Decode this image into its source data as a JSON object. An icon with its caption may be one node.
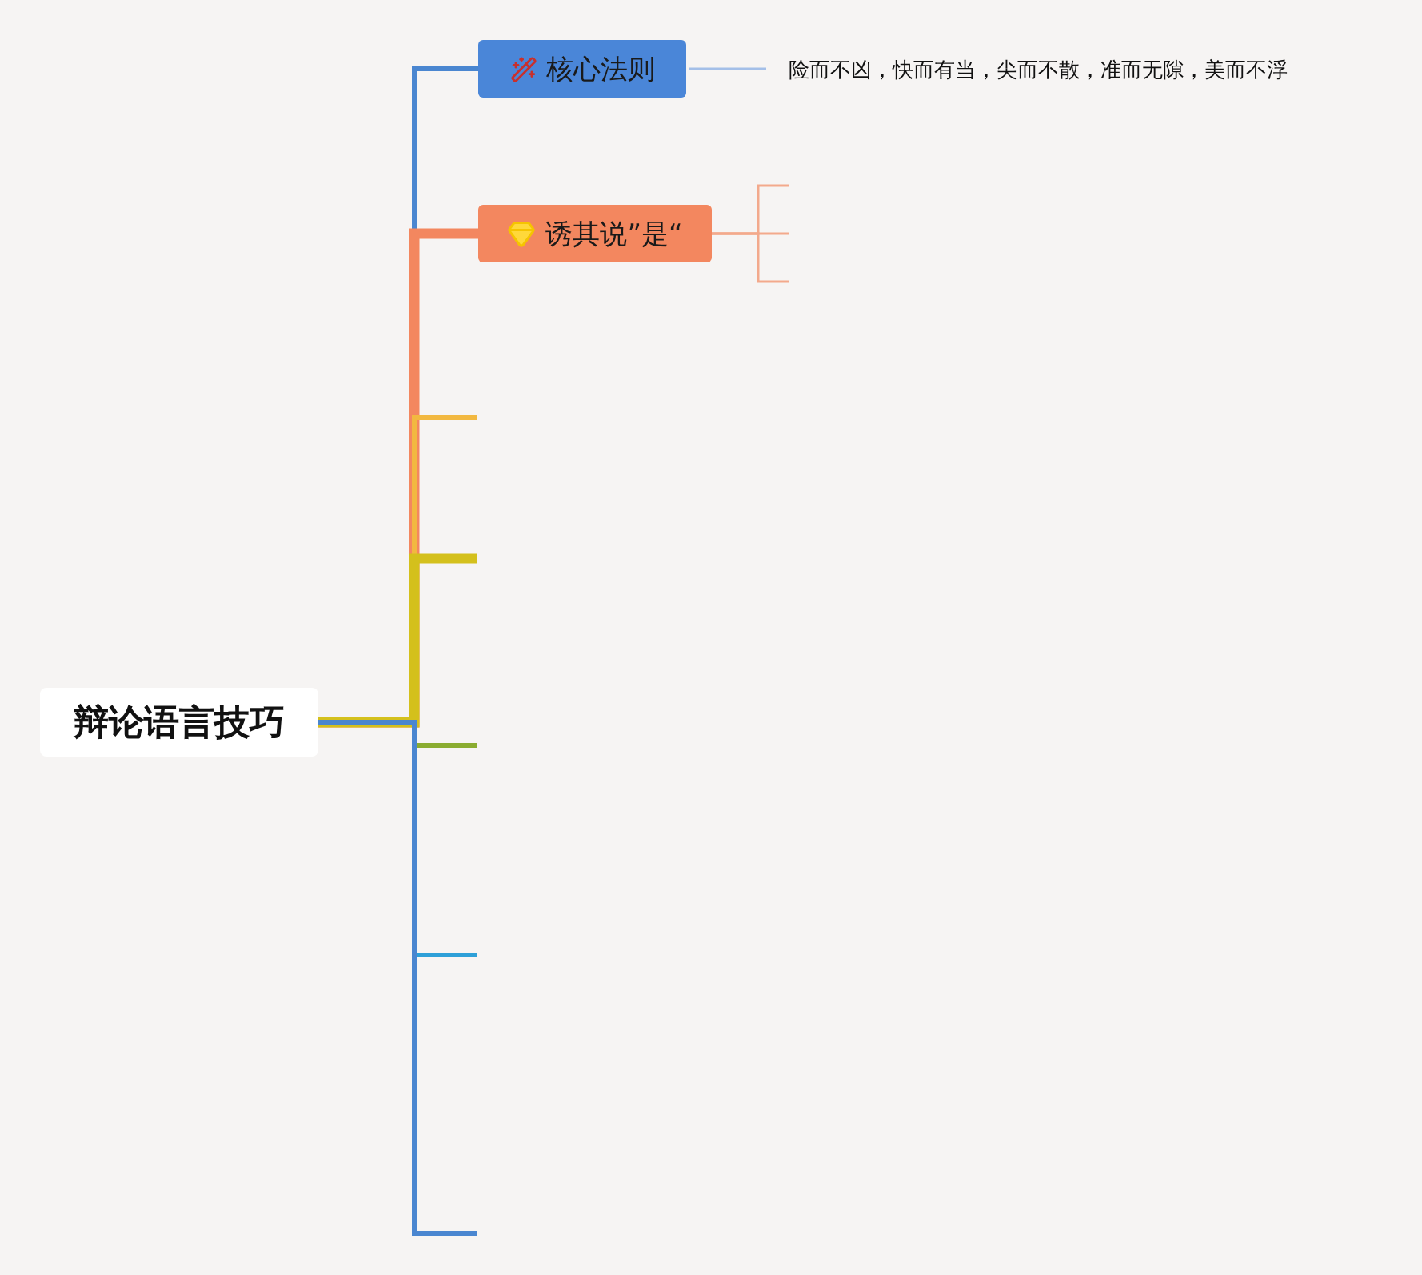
{
  "diagram": {
    "nodes": [
      {
        "text": [
          "辩论语言技巧"
        ]
      },
      {
        "text": [
          "核心法则"
        ]
      },
      {
        "text": [
          "险而不凶，快而有当，尖而不散，准而无隙，美而不浮"
        ]
      },
      {
        "text": [
          "诱其说”是“"
        ]
      }
    ],
    "edges": [
      {
        "from": 0,
        "to": 1,
        "arrow": "none",
        "color": "#4a86d0"
      },
      {
        "from": 1,
        "to": 2,
        "arrow": "none",
        "color": "#a4bfe8"
      },
      {
        "from": 0,
        "to": 3,
        "arrow": "none",
        "style": "thick",
        "color": "#f3875f"
      },
      {
        "from": 3,
        "to": null,
        "arrow": "none",
        "color": "#f3a98c"
      },
      {
        "from": 3,
        "to": null,
        "arrow": "none",
        "color": "#f3a98c"
      },
      {
        "from": 3,
        "to": null,
        "arrow": "none",
        "color": "#f3a98c"
      },
      {
        "from": 0,
        "to": null,
        "arrow": "none",
        "color": "#f2b840"
      },
      {
        "from": 0,
        "to": null,
        "arrow": "none",
        "style": "thick",
        "color": "#d4c01c"
      },
      {
        "from": 0,
        "to": null,
        "arrow": "none",
        "color": "#8aac30"
      },
      {
        "from": 0,
        "to": null,
        "arrow": "none",
        "color": "#2ea0d8"
      },
      {
        "from": 0,
        "to": null,
        "arrow": "none",
        "color": "#4a86d0"
      }
    ]
  }
}
